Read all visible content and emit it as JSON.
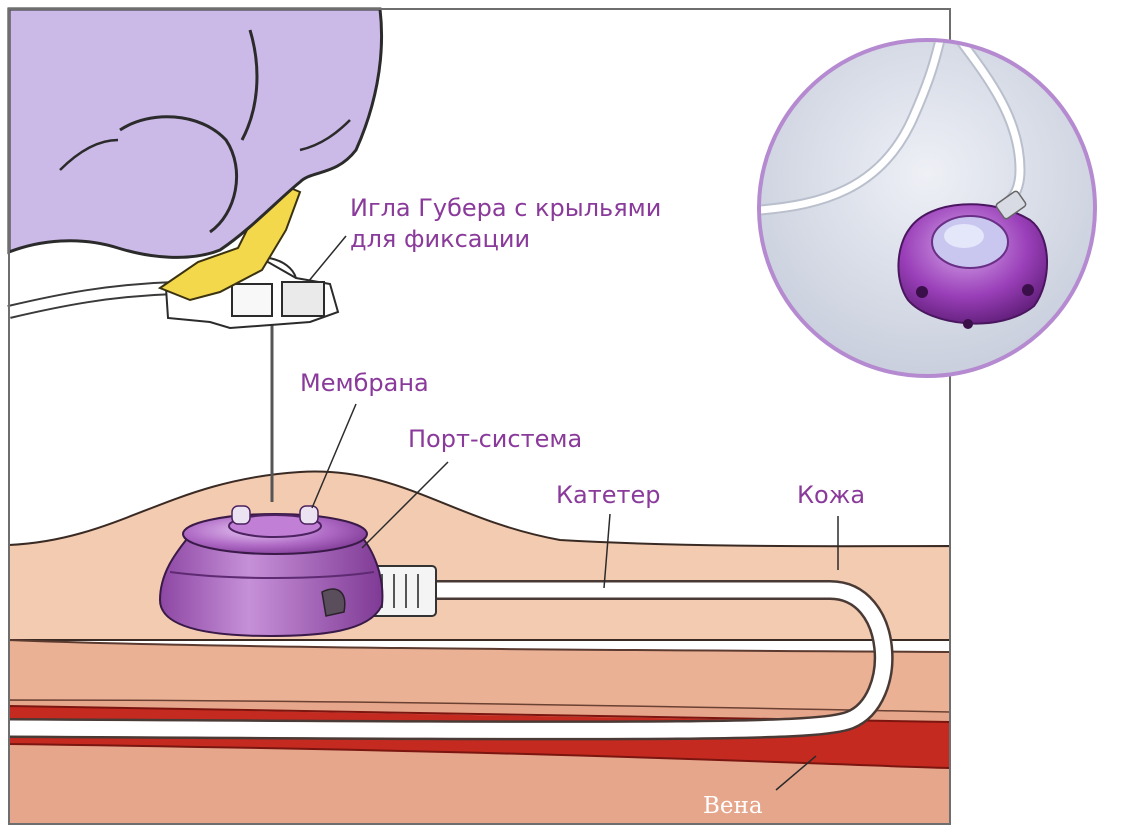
{
  "labels": {
    "needle_line1": "Игла Губера с крыльями",
    "needle_line2": "для фиксации",
    "membrane": "Мембрана",
    "port": "Порт-система",
    "catheter": "Катетер",
    "skin": "Кожа",
    "vein": "Вена"
  },
  "colors": {
    "background": "#ffffff",
    "border": "#6e6e6e",
    "glove": "#c9b8e6",
    "glove_outline": "#2b2b2b",
    "needle_wings": "#f2d94a",
    "skin_surface": "#f1c8ad",
    "tissue_layer": "#e9aa8f",
    "vein": "#c3281f",
    "port_purple": "#a55bb8",
    "label_purple": "#8a3a9a",
    "inset_ring": "#b58ad0"
  }
}
